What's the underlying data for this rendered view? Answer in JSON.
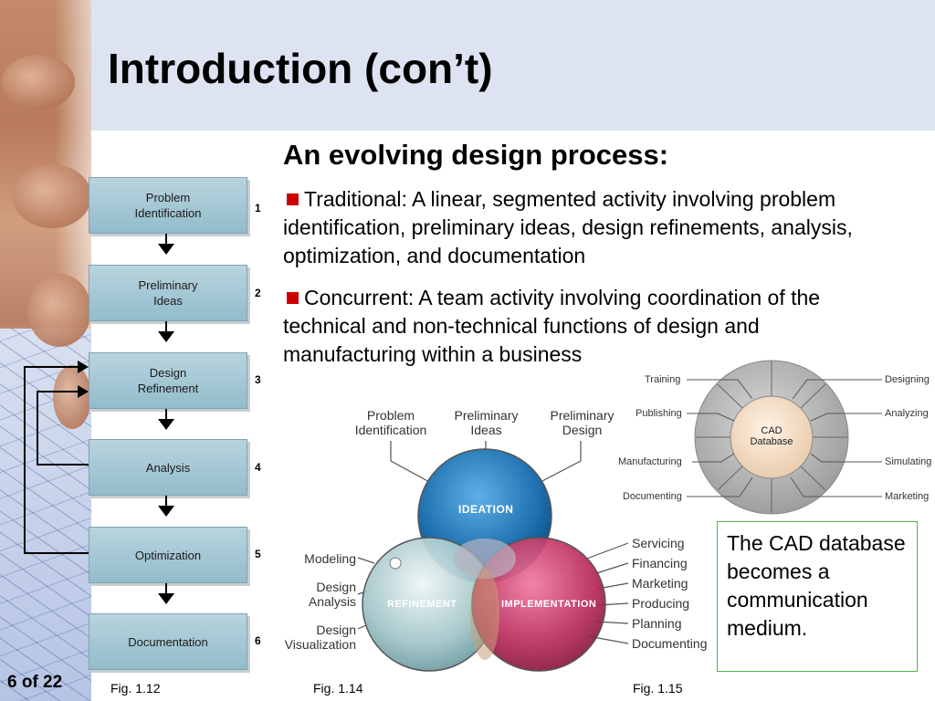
{
  "slide": {
    "title": "Introduction (con’t)",
    "subtitle": "An evolving design process:",
    "bullets": [
      {
        "text": "Traditional: A linear, segmented activity involving problem identification, preliminary ideas, design refinements, analysis, optimization, and documentation"
      },
      {
        "text": "Concurrent: A team activity involving coordination of the technical and non-technical functions of design and manufacturing within a business"
      }
    ],
    "callout": "The CAD database becomes a communication medium.",
    "page": "6 of 22",
    "bullet_color": "#cc0000"
  },
  "flowchart": {
    "steps": [
      {
        "label1": "Problem",
        "label2": "Identification",
        "num": "1"
      },
      {
        "label1": "Preliminary",
        "label2": "Ideas",
        "num": "2"
      },
      {
        "label1": "Design",
        "label2": "Refinement",
        "num": "3"
      },
      {
        "label1": "Analysis",
        "label2": "",
        "num": "4"
      },
      {
        "label1": "Optimization",
        "label2": "",
        "num": "5"
      },
      {
        "label1": "Documentation",
        "label2": "",
        "num": "6"
      }
    ],
    "caption": "Fig. 1.12"
  },
  "venn": {
    "top_labels": [
      {
        "line1": "Problem",
        "line2": "Identification"
      },
      {
        "line1": "Preliminary",
        "line2": "Ideas"
      },
      {
        "line1": "Preliminary",
        "line2": "Design"
      }
    ],
    "left_labels": [
      {
        "line1": "Modeling",
        "line2": ""
      },
      {
        "line1": "Design",
        "line2": "Analysis"
      },
      {
        "line1": "Design",
        "line2": "Visualization"
      }
    ],
    "right_labels": [
      "Servicing",
      "Financing",
      "Marketing",
      "Producing",
      "Planning",
      "Documenting"
    ],
    "circles": {
      "top": "IDEATION",
      "left": "REFINEMENT",
      "right": "IMPLEMENTATION"
    },
    "caption": "Fig. 1.14",
    "colors": {
      "ideation": "#1d6fae",
      "refinement": "#9fc3c7",
      "implementation": "#b82a5a"
    }
  },
  "cad": {
    "center1": "CAD",
    "center2": "Database",
    "left": [
      "Training",
      "Publishing",
      "Manufacturing",
      "Documenting"
    ],
    "right": [
      "Designing",
      "Analyzing",
      "Simulating",
      "Marketing"
    ],
    "caption": "Fig. 1.15"
  }
}
